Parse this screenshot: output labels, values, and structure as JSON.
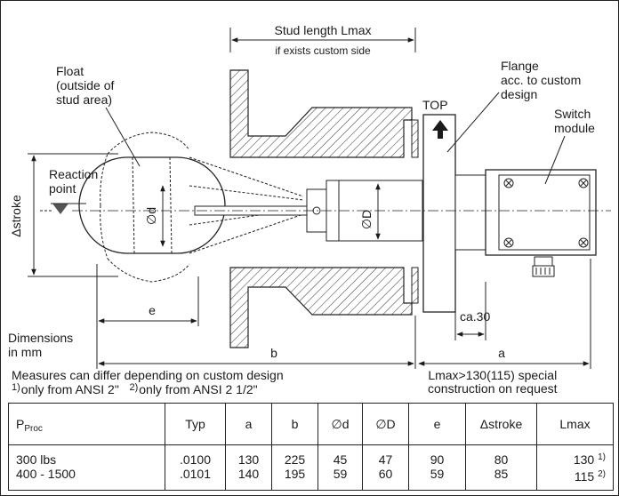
{
  "labels": {
    "stud_length": "Stud length Lmax",
    "custom_side": "if exists custom side",
    "float_1": "Float",
    "float_2": "(outside of",
    "float_3": "stud area)",
    "flange_1": "Flange",
    "flange_2": "acc. to custom",
    "flange_3": "design",
    "top": "TOP",
    "switch_1": "Switch",
    "switch_2": "module",
    "reaction_1": "Reaction",
    "reaction_2": "point",
    "stroke": "Δstroke",
    "od": "∅d",
    "oD": "∅D",
    "e": "e",
    "ca30": "ca.30",
    "a": "a",
    "b": "b",
    "dim_1": "Dimensions",
    "dim_2": "in mm"
  },
  "notes": {
    "measures": "Measures can differ depending on custom design",
    "fn1_mark": "1)",
    "fn1_text": "only from ANSI 2\"",
    "fn2_mark": "2)",
    "fn2_text": "only from ANSI 2 1/2\"",
    "lmax_1": "Lmax>130(115) special",
    "lmax_2": "construction on request"
  },
  "table": {
    "headers": {
      "pproc_main": "P",
      "pproc_sub": "Proc",
      "typ": "Typ",
      "a": "a",
      "b": "b",
      "d": "∅d",
      "D": "∅D",
      "e": "e",
      "stroke": "Δstroke",
      "lmax": "Lmax"
    },
    "rows": [
      {
        "pproc": "300 lbs",
        "typ": ".0100",
        "a": "130",
        "b": "225",
        "d": "45",
        "D": "47",
        "e": "90",
        "stroke": "80",
        "lmax": "130",
        "lmax_fn": "1)"
      },
      {
        "pproc": "400 - 1500",
        "typ": ".0101",
        "a": "140",
        "b": "195",
        "d": "59",
        "D": "60",
        "e": "59",
        "stroke": "85",
        "lmax": "115",
        "lmax_fn": "2)"
      }
    ]
  }
}
